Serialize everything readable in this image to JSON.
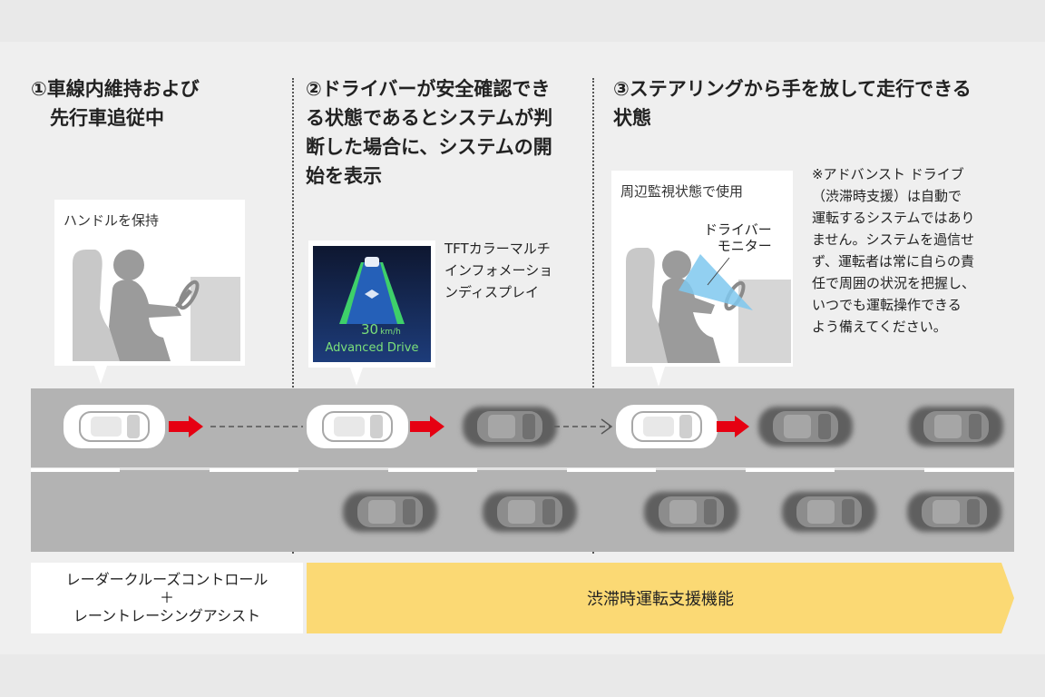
{
  "steps": [
    {
      "lines": [
        "①車線内維持および",
        "　先行車追従中"
      ]
    },
    {
      "lines": [
        "②ドライバーが安全確認でき",
        "る状態であるとシステムが判",
        "断した場合に、システムの開",
        "始を表示"
      ]
    },
    {
      "lines": [
        "③ステアリングから手を放して走行できる",
        "状態"
      ]
    }
  ],
  "bubbles": {
    "hold_wheel": "ハンドルを保持",
    "monitoring": "周辺監視状態で使用",
    "driver_monitor_lines": [
      "ドライバー",
      "モニター"
    ]
  },
  "tft": {
    "caption_lines": [
      "TFTカラーマルチ",
      "インフォメーショ",
      "ンディスプレイ"
    ],
    "speed": "30",
    "unit": "km/h",
    "mode": "Advanced Drive"
  },
  "note_lines": [
    "※アドバンスト ドライブ",
    "（渋滞時支援）は自動で",
    "運転するシステムではあり",
    "ません。システムを過信せ",
    "ず、運転者は常に自らの責",
    "任で周囲の状況を把握し、",
    "いつでも運転操作できる",
    "よう備えてください。"
  ],
  "legend": {
    "left_lines": [
      "レーダークルーズコントロール",
      "＋",
      "レーントレーシングアシスト"
    ],
    "right": "渋滞時運転支援機能"
  },
  "colors": {
    "accent_red": "#e60012",
    "legend_yellow": "#fbd974",
    "road": "#b3b3b3",
    "monitor_blue": "#7fc8ef"
  }
}
